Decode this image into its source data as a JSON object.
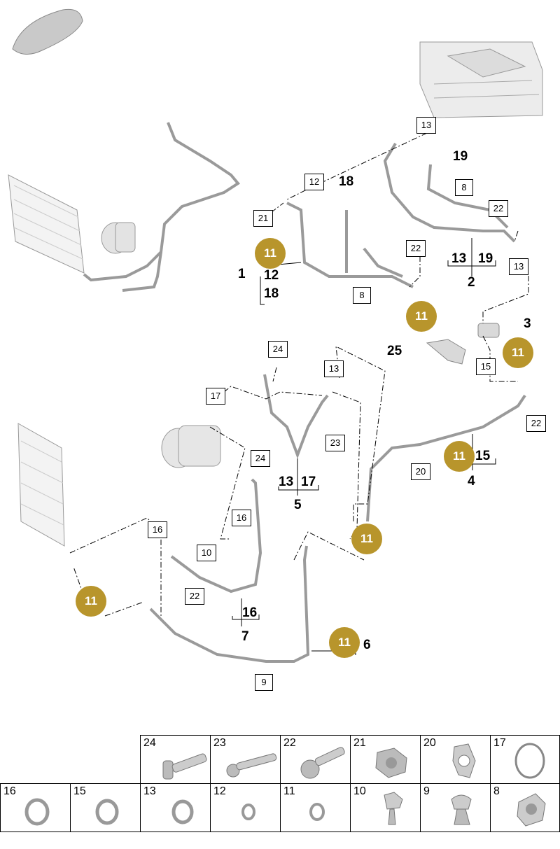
{
  "callouts": {
    "c1": "1",
    "c12a": "12",
    "c18a": "18",
    "c18b": "18",
    "c19a": "19",
    "c13a": "13",
    "c19b": "19",
    "c2": "2",
    "c3": "3",
    "c25": "25",
    "c15a": "15",
    "c4": "4",
    "c13b": "13",
    "c17a": "17",
    "c5": "5",
    "c16a": "16",
    "c7": "7",
    "c6": "6"
  },
  "boxes": {
    "b13top": "13",
    "b12": "12",
    "b21": "21",
    "b8a": "8",
    "b22a": "22",
    "b8b": "8",
    "b22b": "22",
    "b13r": "13",
    "b24a": "24",
    "b13m": "13",
    "b17": "17",
    "b23": "23",
    "b15": "15",
    "b22c": "22",
    "b20": "20",
    "b24b": "24",
    "b16a": "16",
    "b16b": "16",
    "b10": "10",
    "b22d": "22",
    "b9": "9"
  },
  "badges": {
    "label": "11"
  },
  "parts_table": {
    "top_row": [
      "24",
      "23",
      "22",
      "21",
      "20",
      "17"
    ],
    "bottom_row": [
      "16",
      "15",
      "13",
      "12",
      "11",
      "10",
      "9",
      "8"
    ]
  }
}
